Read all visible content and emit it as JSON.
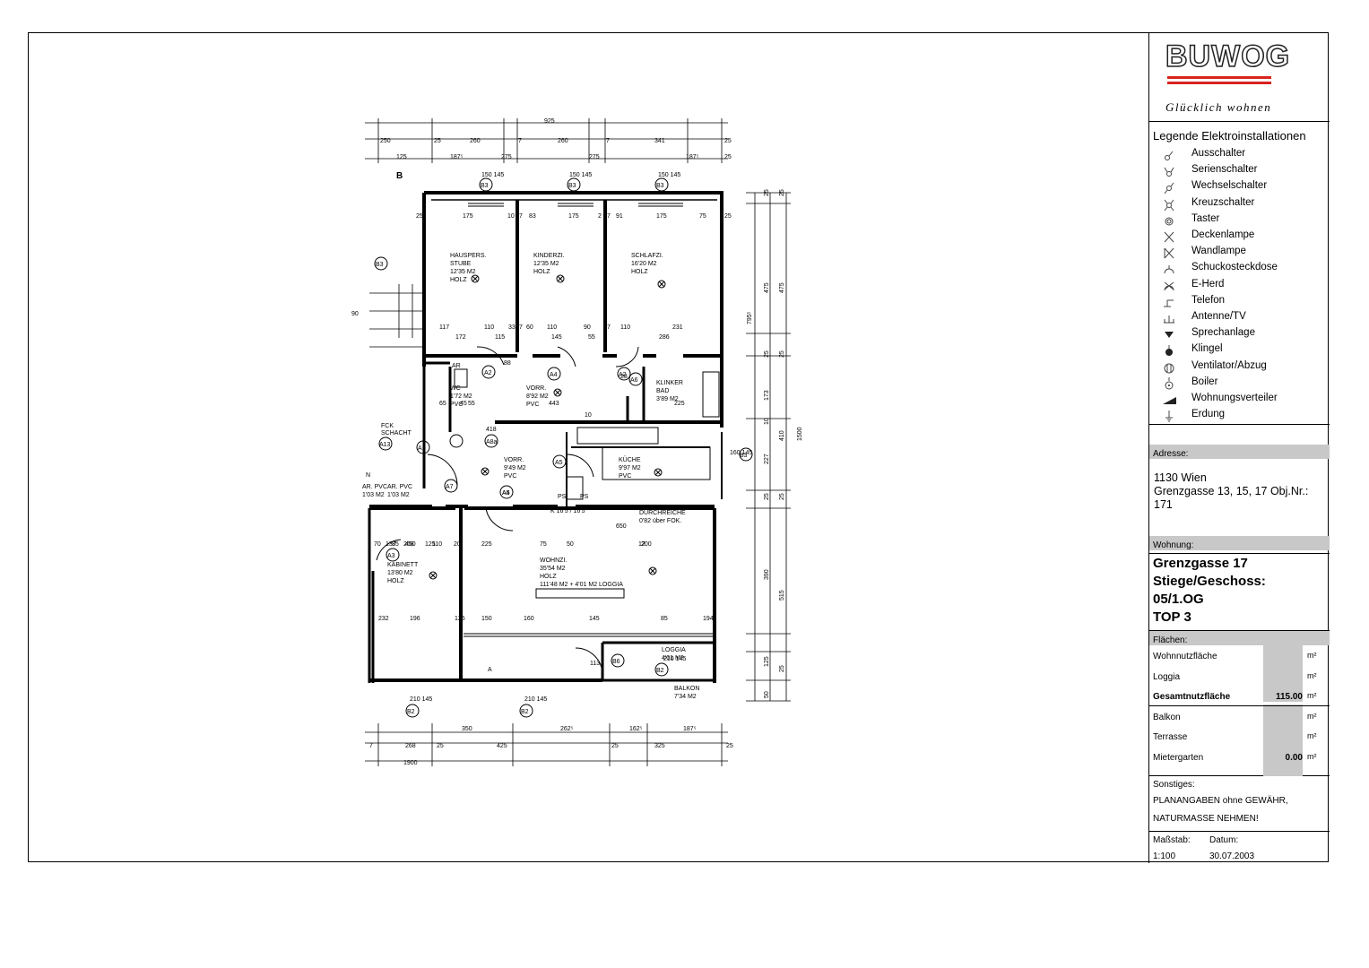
{
  "title_block": {
    "logo": "BUWOG",
    "tagline": "Glücklich wohnen",
    "legend_title": "Legende Elektroinstallationen",
    "legend": [
      {
        "icon": "ausschalter-icon",
        "label": "Ausschalter"
      },
      {
        "icon": "serienschalter-icon",
        "label": "Serienschalter"
      },
      {
        "icon": "wechselschalter-icon",
        "label": "Wechselschalter"
      },
      {
        "icon": "kreuzschalter-icon",
        "label": "Kreuzschalter"
      },
      {
        "icon": "taster-icon",
        "label": "Taster"
      },
      {
        "icon": "deckenlampe-icon",
        "label": "Deckenlampe"
      },
      {
        "icon": "wandlampe-icon",
        "label": "Wandlampe"
      },
      {
        "icon": "schukosteckdose-icon",
        "label": "Schuckosteckdose"
      },
      {
        "icon": "e-herd-icon",
        "label": "E-Herd"
      },
      {
        "icon": "telefon-icon",
        "label": "Telefon"
      },
      {
        "icon": "antenne-icon",
        "label": "Antenne/TV"
      },
      {
        "icon": "sprechanlage-icon",
        "label": "Sprechanlage"
      },
      {
        "icon": "klingel-icon",
        "label": "Klingel"
      },
      {
        "icon": "ventilator-icon",
        "label": "Ventilator/Abzug"
      },
      {
        "icon": "boiler-icon",
        "label": "Boiler"
      },
      {
        "icon": "wohnungsverteiler-icon",
        "label": "Wohnungsverteiler"
      },
      {
        "icon": "erdung-icon",
        "label": "Erdung"
      }
    ],
    "address_label": "Adresse:",
    "address_lines": [
      "1130 Wien",
      "Grenzgasse  13, 15, 17 Obj.Nr.:",
      "171"
    ],
    "wohnung_label": "Wohnung:",
    "wohnung_lines": [
      "Grenzgasse 17",
      "Stiege/Geschoss:",
      "05/1.OG",
      "TOP 3"
    ],
    "flaechen_label": "Flächen:",
    "flaechen": [
      {
        "label": "Wohnnutzfläche",
        "value": "",
        "unit": "m²",
        "bold": false
      },
      {
        "label": "Loggia",
        "value": "",
        "unit": "m²",
        "bold": false
      },
      {
        "label": "Gesamtnutzfläche",
        "value": "115.00",
        "unit": "m²",
        "bold": true
      },
      {
        "label": "Balkon",
        "value": "",
        "unit": "m²",
        "bold": false
      },
      {
        "label": "Terrasse",
        "value": "",
        "unit": "m²",
        "bold": false
      },
      {
        "label": "Mietergarten",
        "value": "0.00",
        "unit": "m²",
        "bold": false
      }
    ],
    "sonstiges_label": "Sonstiges:",
    "sonstiges_lines": [
      "PLANANGABEN ohne GEWÄHR,",
      "NATURMASSE NEHMEN!"
    ],
    "massstab_label": "Maßstab:",
    "massstab_value": "1:100",
    "datum_label": "Datum:",
    "datum_value": "30.07.2003"
  },
  "plan": {
    "rooms": [
      {
        "id": "hauspers",
        "lines": [
          "HAUSPERS.",
          "STUBE",
          "12'35 M2",
          "HOLZ"
        ]
      },
      {
        "id": "kinderzi",
        "lines": [
          "KINDERZI.",
          "12'35 M2",
          "HOLZ"
        ]
      },
      {
        "id": "schlafzi",
        "lines": [
          "SCHLAFZI.",
          "16'20 M2",
          "HOLZ"
        ]
      },
      {
        "id": "wc",
        "lines": [
          "WC",
          "1'72 M2",
          "PVC"
        ]
      },
      {
        "id": "ar",
        "lines": [
          "AR"
        ]
      },
      {
        "id": "vorr1",
        "lines": [
          "VORR.",
          "8'92 M2",
          "PVC"
        ]
      },
      {
        "id": "bad",
        "lines": [
          "KLINKER",
          "BAD",
          "3'89 M2"
        ]
      },
      {
        "id": "vorr2",
        "lines": [
          "VORR.",
          "9'49 M2",
          "PVC"
        ]
      },
      {
        "id": "kueche",
        "lines": [
          "KÜCHE",
          "9'97 M2",
          "PVC"
        ]
      },
      {
        "id": "kabinett",
        "lines": [
          "KABINETT",
          "13'80 M2",
          "HOLZ"
        ]
      },
      {
        "id": "wohnzi",
        "lines": [
          "WOHNZI.",
          "35'54 M2",
          "HOLZ",
          "111'48 M2 + 4'01 M2 LOGGIA"
        ]
      },
      {
        "id": "loggia",
        "lines": [
          "LOGGIA",
          "4'01 M2"
        ]
      },
      {
        "id": "balkon",
        "lines": [
          "BALKON",
          "7'34 M2"
        ]
      },
      {
        "id": "durchreiche",
        "lines": [
          "DURCHREICHE",
          "0'82 über FOK."
        ]
      },
      {
        "id": "ar-pvc1",
        "lines": [
          "AR. PVC",
          "1'03 M2"
        ]
      },
      {
        "id": "ar-pvc2",
        "lines": [
          "AR. PVC",
          "1'03 M2"
        ]
      },
      {
        "id": "k-label",
        "lines": [
          "K 16'5 / 16'5"
        ]
      }
    ],
    "dimensions_top": [
      "925",
      "250",
      "25",
      "260",
      "7",
      "260",
      "7",
      "341",
      "25",
      "125",
      "187⁵",
      "275",
      "275",
      "187⁵",
      "25"
    ],
    "dimensions_bottom": [
      "350",
      "262⁵",
      "162⁵",
      "187⁵",
      "7",
      "268",
      "25",
      "425",
      "25",
      "325",
      "25",
      "1900"
    ],
    "dimensions_right": [
      "25",
      "25",
      "475",
      "475",
      "795⁵",
      "25",
      "25",
      "173",
      "10",
      "410",
      "1500",
      "227",
      "25",
      "25",
      "390",
      "515",
      "125",
      "25",
      "50"
    ],
    "dimensions_inner": [
      "25",
      "175",
      "10",
      "7",
      "83",
      "175",
      "2",
      "7",
      "91",
      "175",
      "75",
      "25",
      "117",
      "110",
      "33",
      "7",
      "60",
      "110",
      "90",
      "7",
      "110",
      "231",
      "172",
      "115",
      "145",
      "55",
      "286",
      "88",
      "28",
      "55",
      "443",
      "65",
      "45",
      "10",
      "418",
      "225",
      "70",
      "110",
      "85",
      "450",
      "650",
      "12",
      "137",
      "268",
      "125",
      "20",
      "225",
      "75",
      "200",
      "50",
      "232",
      "196",
      "125",
      "150",
      "160",
      "145",
      "85",
      "194",
      "113",
      "90"
    ],
    "door_tags": [
      "A2",
      "A4",
      "A2",
      "A6",
      "A5",
      "A8a",
      "A5",
      "A4",
      "A7",
      "A1",
      "A13",
      "A3",
      "B6",
      "B2",
      "B2",
      "B2",
      "B3",
      "B3",
      "B3",
      "B3",
      "B3"
    ],
    "lintel_tags": [
      "150 145",
      "150 145",
      "150 145",
      "210 145",
      "210 145",
      "210 145",
      "160 145"
    ],
    "section_letter": "B",
    "misc_text": [
      "PS",
      "PS",
      "N",
      "A",
      "FCK",
      "SCHACHT"
    ]
  }
}
